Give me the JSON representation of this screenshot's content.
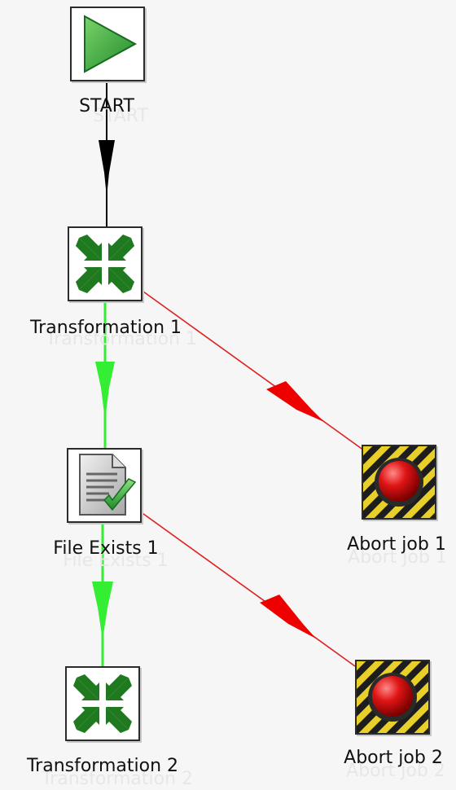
{
  "colors": {
    "background": "#f6f6f6",
    "start_hop": "#000000",
    "success_hop": "#33ee33",
    "failure_hop": "#ee0000"
  },
  "nodes": {
    "start": {
      "label": "START",
      "icon": "play-icon"
    },
    "transformation1": {
      "label": "Transformation 1",
      "icon": "transformation-icon"
    },
    "file_exists1": {
      "label": "File Exists 1",
      "icon": "file-check-icon"
    },
    "transformation2": {
      "label": "Transformation 2",
      "icon": "transformation-icon"
    },
    "abort1": {
      "label": "Abort job 1",
      "icon": "abort-icon"
    },
    "abort2": {
      "label": "Abort job 2",
      "icon": "abort-icon"
    }
  },
  "hops": [
    {
      "from": "START",
      "to": "Transformation 1",
      "type": "unconditional"
    },
    {
      "from": "Transformation 1",
      "to": "File Exists 1",
      "type": "success"
    },
    {
      "from": "Transformation 1",
      "to": "Abort job 1",
      "type": "failure"
    },
    {
      "from": "File Exists 1",
      "to": "Transformation 2",
      "type": "success"
    },
    {
      "from": "File Exists 1",
      "to": "Abort job 2",
      "type": "failure"
    }
  ]
}
